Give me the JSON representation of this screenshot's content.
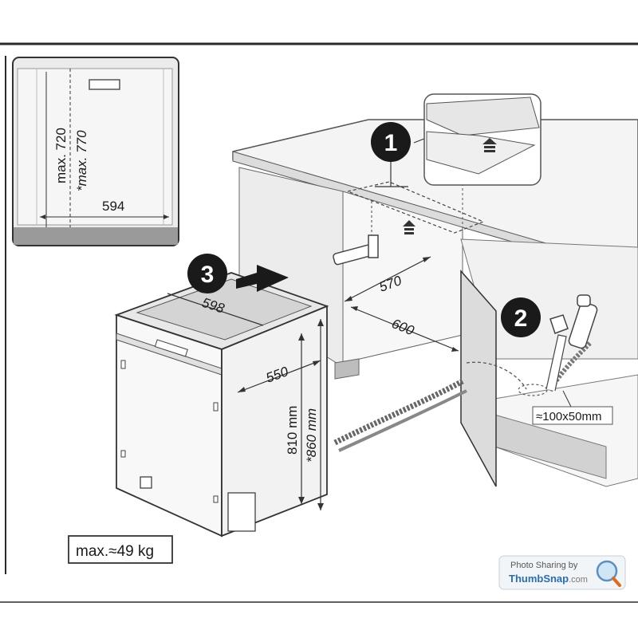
{
  "inset": {
    "width_label": "594",
    "height_max_label": "max. 720",
    "height_alt_label": "*max. 770"
  },
  "steps": {
    "step1": "1",
    "step2": "2",
    "step3": "3"
  },
  "dimensions": {
    "top_width": "598",
    "depth": "550",
    "height": "810 mm",
    "height_alt": "*860 mm",
    "niche_width": "570",
    "niche_depth": "600",
    "opening": "≈100x50mm"
  },
  "weight_label": "max.≈49 kg",
  "watermark": {
    "line1": "Photo Sharing by",
    "brand_a": "ThumbSnap",
    "brand_b": ".com"
  },
  "colors": {
    "line": "#2a2a2a",
    "panel_gray": "#e4e4e4",
    "dark_strip": "#9a9a9a",
    "badge": "#1a1a1a"
  }
}
